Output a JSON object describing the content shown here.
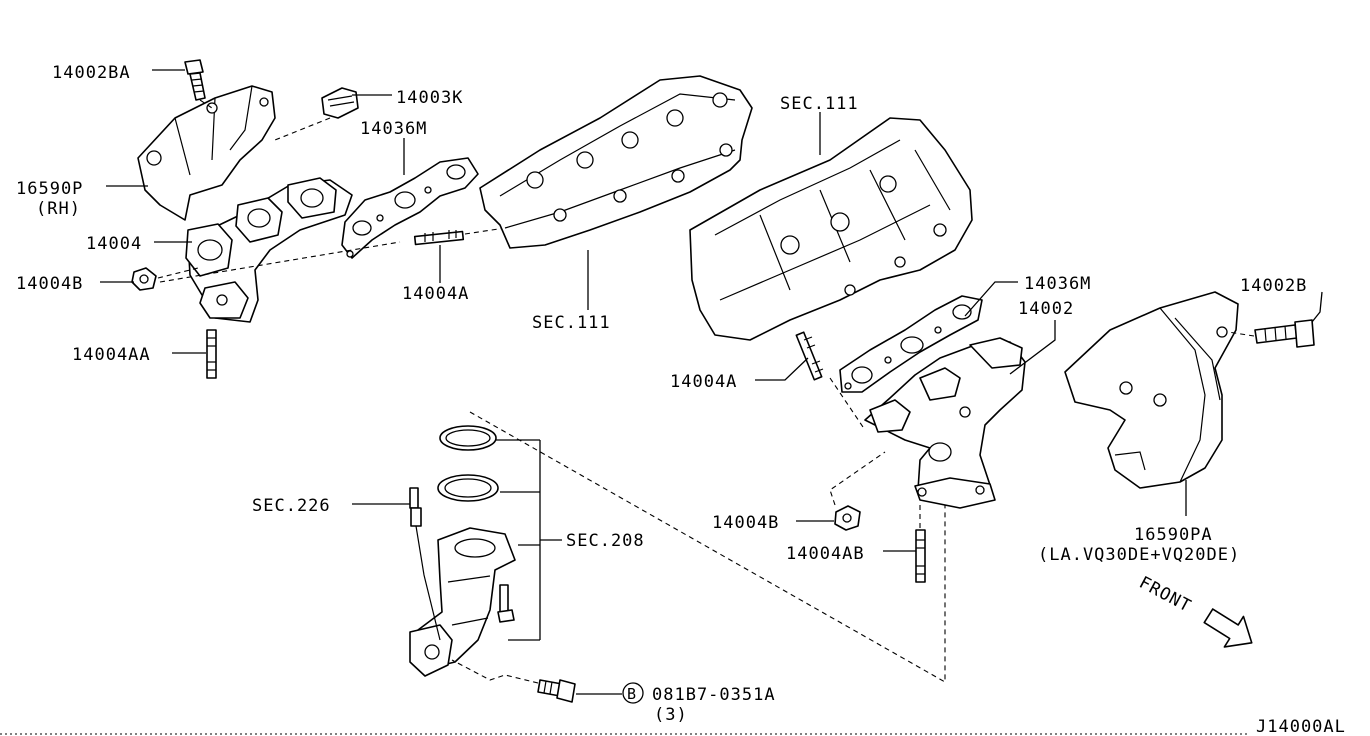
{
  "labels": {
    "p14002BA": "14002BA",
    "p14003K": "14003K",
    "p14036M_left": "14036M",
    "p16590P": "16590P",
    "p16590P_note": "(RH)",
    "p14004": "14004",
    "p14004B_left": "14004B",
    "p14004A_left": "14004A",
    "sec111_left": "SEC.111",
    "p14004AA": "14004AA",
    "sec111_right": "SEC.111",
    "p14036M_right": "14036M",
    "p14002": "14002",
    "p14002B": "14002B",
    "p14004A_right": "14004A",
    "sec226": "SEC.226",
    "sec208": "SEC.208",
    "p14004B_right": "14004B",
    "p14004AB": "14004AB",
    "p16590PA": "16590PA",
    "p16590PA_note": "(LA.VQ30DE+VQ20DE)",
    "front": "FRONT",
    "bolt_symbol": "B",
    "bolt_part": "081B7-0351A",
    "bolt_qty": "(3)",
    "diagram_code": "J14000AL"
  },
  "colors": {
    "ink": "#000000",
    "paper": "#ffffff"
  },
  "icons": {
    "front_arrow": "arrow-icon",
    "bolt_symbol": "circled-b-icon"
  }
}
